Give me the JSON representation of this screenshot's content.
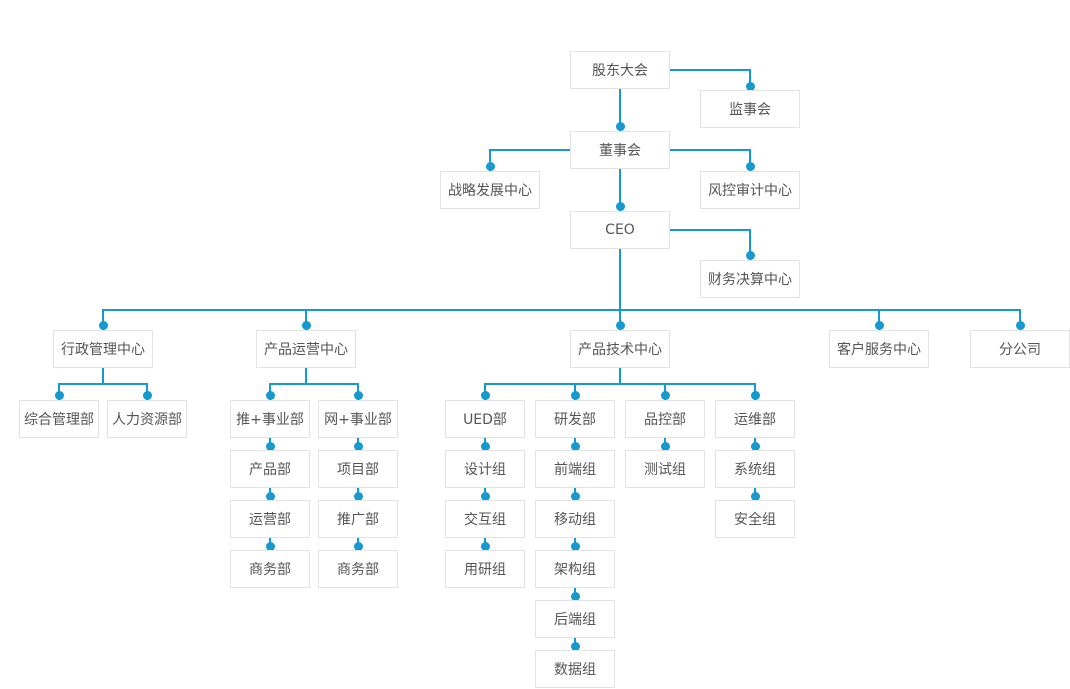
{
  "diagram": {
    "type": "org-chart",
    "colors": {
      "accent": "#1499d1",
      "node_border": "#e3e3e3",
      "node_text": "#555555",
      "background": "#ffffff"
    },
    "nodes": {
      "shareholders_meeting": {
        "label": "股东大会",
        "parent": null
      },
      "supervisory_board": {
        "label": "监事会",
        "parent": "股东大会"
      },
      "board_of_directors": {
        "label": "董事会",
        "parent": "股东大会"
      },
      "strategy_development_center": {
        "label": "战略发展中心",
        "parent": "董事会"
      },
      "risk_audit_center": {
        "label": "风控审计中心",
        "parent": "董事会"
      },
      "ceo": {
        "label": "CEO",
        "parent": "董事会"
      },
      "financial_accounting_center": {
        "label": "财务决算中心",
        "parent": "CEO"
      },
      "admin_management_center": {
        "label": "行政管理中心",
        "parent": "CEO"
      },
      "product_operation_center": {
        "label": "产品运营中心",
        "parent": "CEO"
      },
      "product_technology_center": {
        "label": "产品技术中心",
        "parent": "CEO"
      },
      "customer_service_center": {
        "label": "客户服务中心",
        "parent": "CEO"
      },
      "branch_company": {
        "label": "分公司",
        "parent": "CEO"
      },
      "general_management_dept": {
        "label": "综合管理部",
        "parent": "行政管理中心"
      },
      "human_resources_dept": {
        "label": "人力资源部",
        "parent": "行政管理中心"
      },
      "tui_business_dept": {
        "label": "推+事业部",
        "parent": "产品运营中心"
      },
      "wang_business_dept": {
        "label": "网+事业部",
        "parent": "产品运营中心"
      },
      "product_dept": {
        "label": "产品部",
        "parent": "推+事业部"
      },
      "project_dept": {
        "label": "项目部",
        "parent": "网+事业部"
      },
      "operation_dept": {
        "label": "运营部",
        "parent": "产品部"
      },
      "promotion_dept": {
        "label": "推广部",
        "parent": "项目部"
      },
      "business_dept_left": {
        "label": "商务部",
        "parent": "运营部"
      },
      "business_dept_right": {
        "label": "商务部",
        "parent": "推广部"
      },
      "ued_dept": {
        "label": "UED部",
        "parent": "产品技术中心"
      },
      "rd_dept": {
        "label": "研发部",
        "parent": "产品技术中心"
      },
      "qc_dept": {
        "label": "品控部",
        "parent": "产品技术中心"
      },
      "ops_dept": {
        "label": "运维部",
        "parent": "产品技术中心"
      },
      "design_group": {
        "label": "设计组",
        "parent": "UED部"
      },
      "frontend_group": {
        "label": "前端组",
        "parent": "研发部"
      },
      "testing_group": {
        "label": "测试组",
        "parent": "品控部"
      },
      "system_group": {
        "label": "系统组",
        "parent": "运维部"
      },
      "interaction_group": {
        "label": "交互组",
        "parent": "设计组"
      },
      "mobile_group": {
        "label": "移动组",
        "parent": "前端组"
      },
      "security_group": {
        "label": "安全组",
        "parent": "系统组"
      },
      "user_research_group": {
        "label": "用研组",
        "parent": "交互组"
      },
      "architecture_group": {
        "label": "架构组",
        "parent": "移动组"
      },
      "backend_group": {
        "label": "后端组",
        "parent": "架构组"
      },
      "data_group": {
        "label": "数据组",
        "parent": "后端组"
      }
    }
  }
}
